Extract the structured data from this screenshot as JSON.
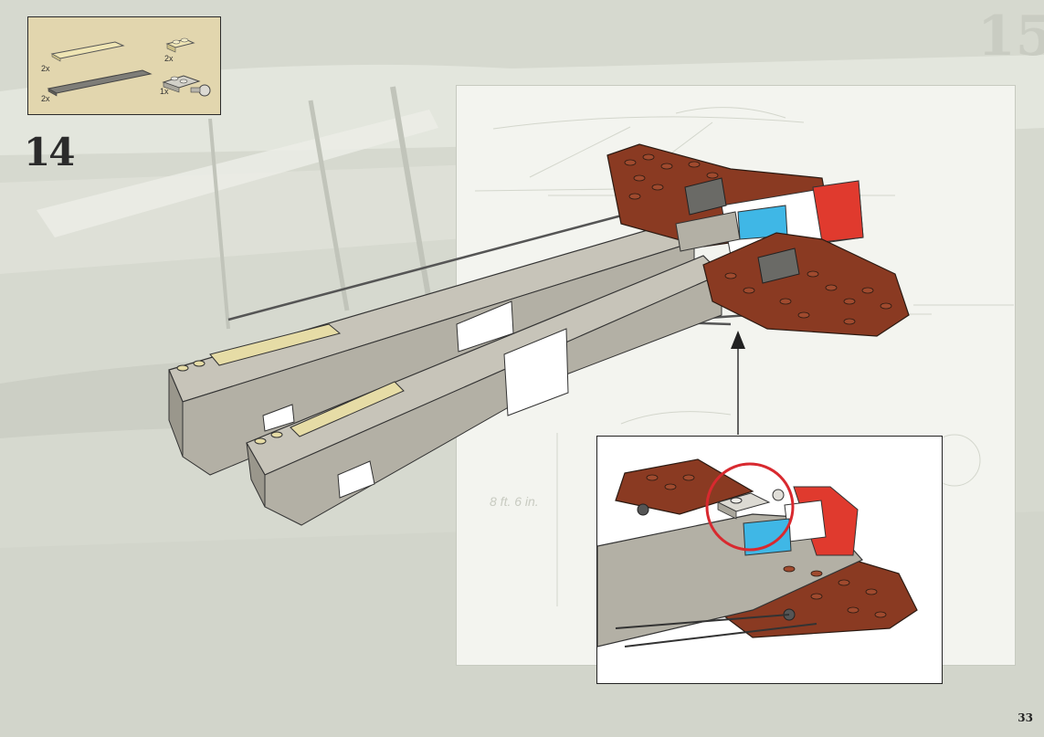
{
  "step": {
    "number": "14"
  },
  "parts": [
    {
      "qty": "2x",
      "name": "tan-tile-1x6"
    },
    {
      "qty": "2x",
      "name": "dark-gray-tile-1x8"
    },
    {
      "qty": "2x",
      "name": "tan-plate-1x2"
    },
    {
      "qty": "1x",
      "name": "light-gray-plate-2x2-with-towball"
    }
  ],
  "blueprint": {
    "measurement": "8 ft. 6 in."
  },
  "page": {
    "number": "33"
  },
  "colors": {
    "reddish_brown": "#8a3a22",
    "light_gray": "#a9a69c",
    "tan": "#e6dca6",
    "red": "#e03a2e",
    "blue": "#3fb7e6",
    "highlight": "#d8292f"
  }
}
